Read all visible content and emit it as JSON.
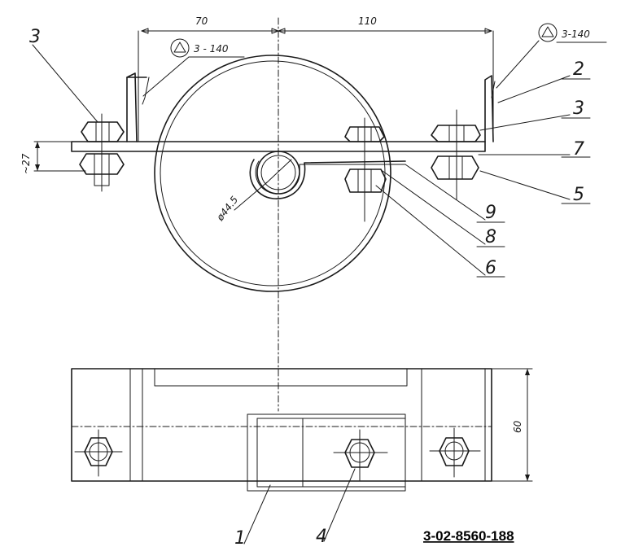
{
  "callouts": {
    "c1": "3",
    "c2": "2",
    "c3": "3",
    "c4": "7",
    "c5": "5",
    "c6": "9",
    "c7": "8",
    "c8": "6",
    "c9": "1",
    "c10": "4"
  },
  "dimensions": {
    "d70": "70",
    "d110": "110",
    "d27": "~27",
    "d60": "60",
    "diameter": "ø44.5"
  },
  "welds": {
    "left": "3 - 140",
    "right": "3-140"
  },
  "drawing_code": "3-02-8560-188"
}
